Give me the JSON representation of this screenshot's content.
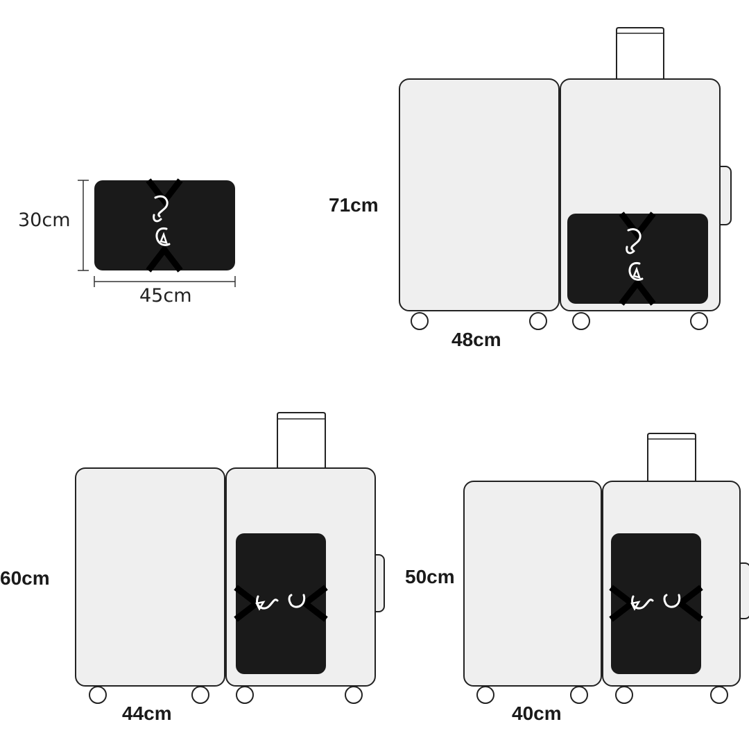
{
  "labels": {
    "pouch_height": "30cm",
    "pouch_width": "45cm",
    "large_height": "71cm",
    "large_width": "48cm",
    "medium_height": "60cm",
    "medium_width": "44cm",
    "small_height": "50cm",
    "small_width": "40cm"
  },
  "colors": {
    "shell_fill": "#efefef",
    "outline": "#222222",
    "bag_fill": "#1a1a1a",
    "strap": "#000000",
    "hook": "#ffffff"
  }
}
